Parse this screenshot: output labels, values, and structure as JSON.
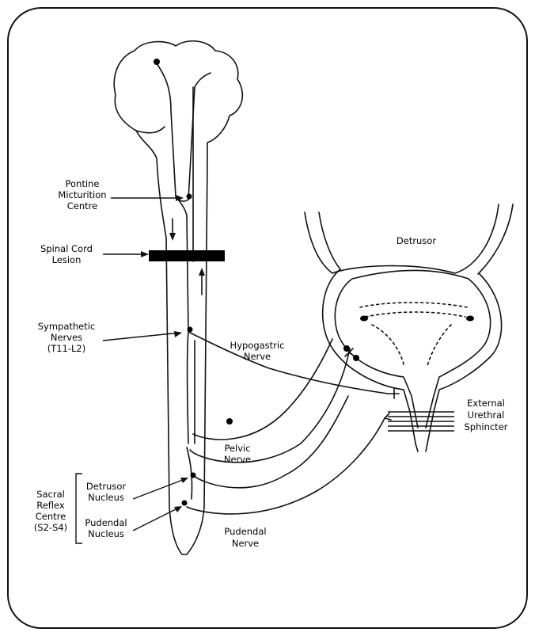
{
  "labels": {
    "pontine": [
      "Pontine",
      "Micturition",
      "Centre"
    ],
    "spinal_lesion": [
      "Spinal Cord",
      "Lesion"
    ],
    "sympathetic": [
      "Sympathetic",
      "Nerves",
      "(T11-L2)"
    ],
    "sacral": [
      "Sacral",
      "Reflex",
      "Centre",
      "(S2-S4)"
    ],
    "detrusor_nucleus": [
      "Detrusor",
      "Nucleus"
    ],
    "pudendal_nucleus": [
      "Pudendal",
      "Nucleus"
    ],
    "hypogastric": [
      "Hypogastric",
      "Nerve"
    ],
    "pelvic": [
      "Pelvic",
      "Nerve"
    ],
    "pudendal_nerve": [
      "Pudendal",
      "Nerve"
    ],
    "detrusor": "Detrusor",
    "ext_sphincter": [
      "External",
      "Urethral",
      "Sphincter"
    ]
  }
}
